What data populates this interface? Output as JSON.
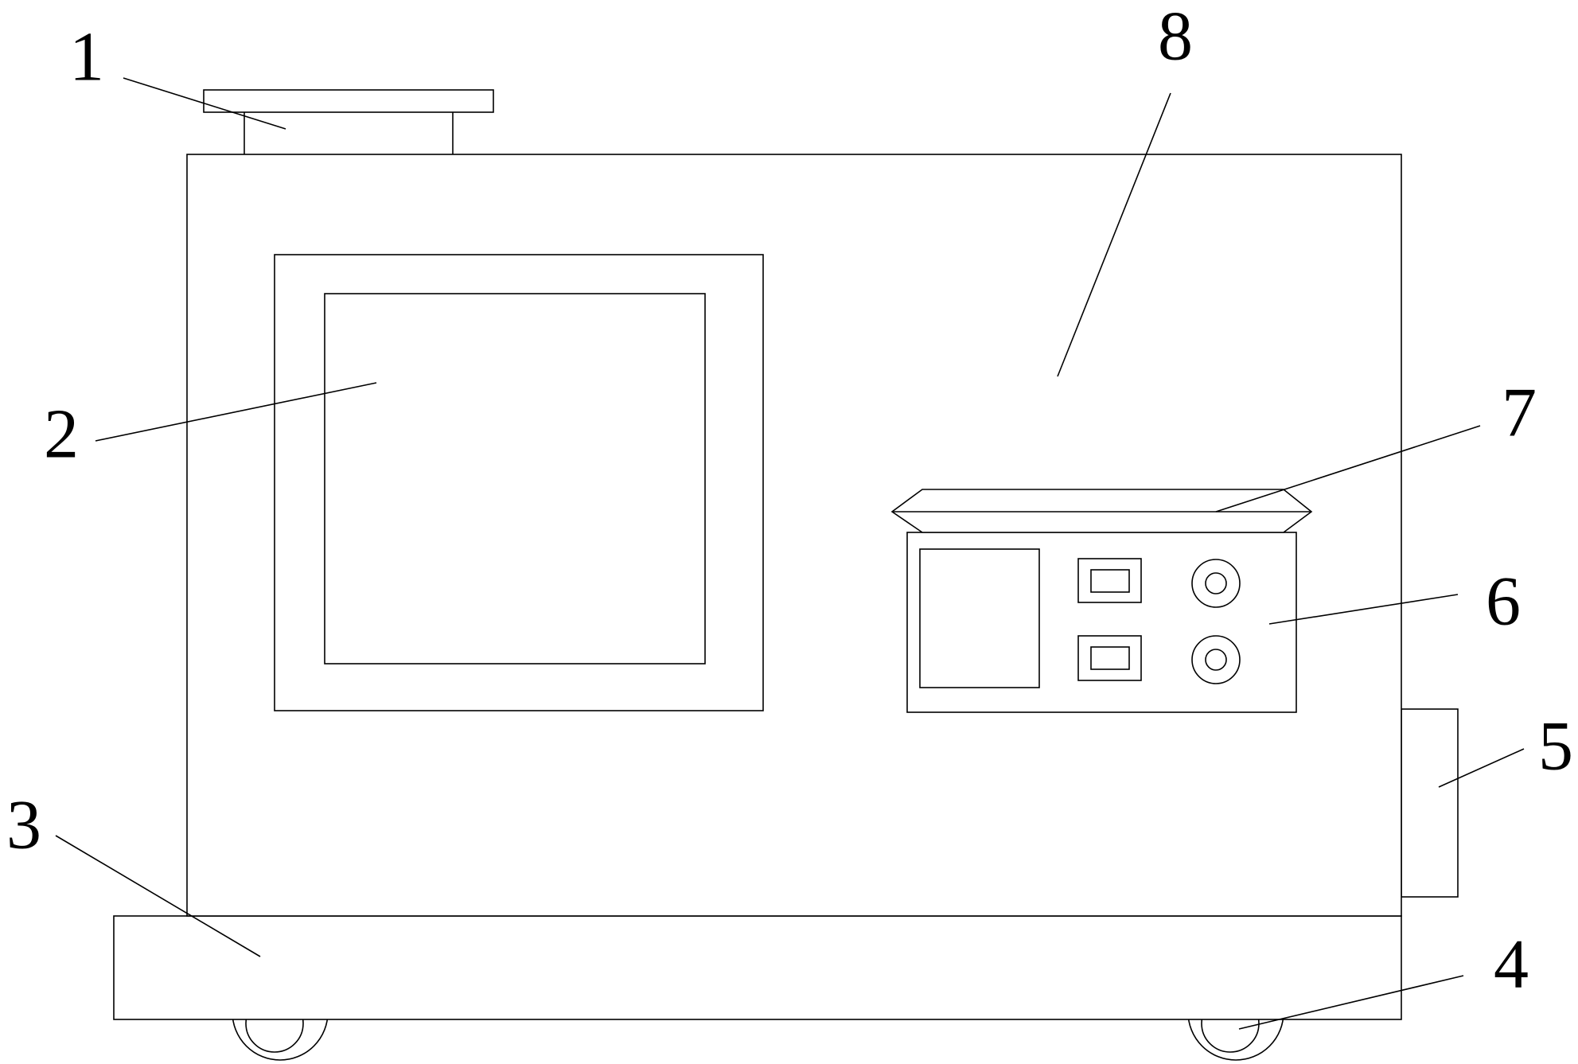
{
  "colors": {
    "line": "#000000",
    "background": "#ffffff"
  },
  "callouts": [
    {
      "label": "1"
    },
    {
      "label": "2"
    },
    {
      "label": "3"
    },
    {
      "label": "4"
    },
    {
      "label": "5"
    },
    {
      "label": "6"
    },
    {
      "label": "7"
    },
    {
      "label": "8"
    }
  ]
}
